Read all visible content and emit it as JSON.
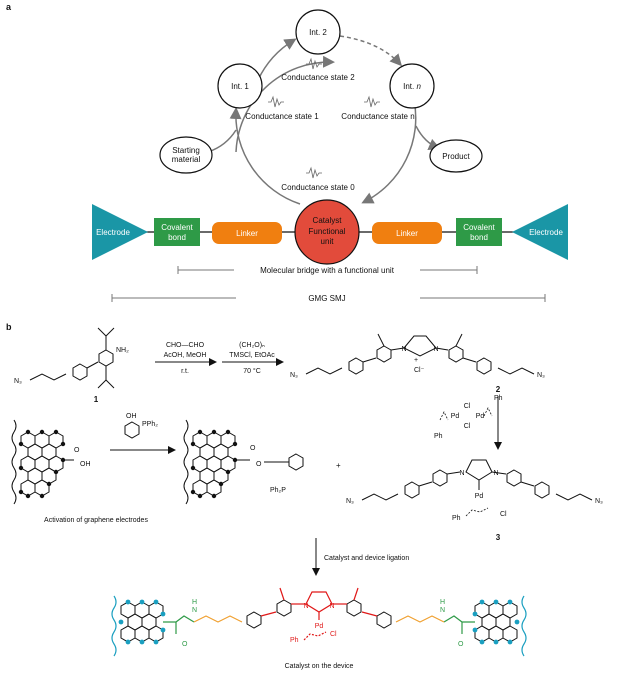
{
  "panel_a": {
    "letter": "a",
    "cycle": {
      "int1": "Int. 1",
      "int2": "Int. 2",
      "intn_prefix": "Int. ",
      "intn_italic": "n",
      "starting_material_line1": "Starting",
      "starting_material_line2": "material",
      "product": "Product",
      "state0": "Conductance state 0",
      "state1": "Conductance state 1",
      "state2": "Conductance state 2",
      "staten": "Conductance state n"
    },
    "device": {
      "electrode_left": "Electrode",
      "electrode_right": "Electrode",
      "covalent_left_1": "Covalent",
      "covalent_left_2": "bond",
      "covalent_right_1": "Covalent",
      "covalent_right_2": "bond",
      "linker_left": "Linker",
      "linker_right": "Linker",
      "catalyst_1": "Catalyst",
      "catalyst_2": "Functional",
      "catalyst_3": "unit"
    },
    "bridge_label": "Molecular bridge with a functional unit",
    "gmg_label": "GMG SMJ",
    "colors": {
      "electrode": "#1a96a6",
      "covalent": "#2e9a47",
      "linker": "#f07f10",
      "catalyst": "#e24b3b"
    }
  },
  "panel_b": {
    "letter": "b",
    "compound1": "1",
    "compound2": "2",
    "compound3": "3",
    "step1_reagent": "CHO—CHO",
    "step1_conditions": "AcOH, MeOH",
    "step1_temp": "r.t.",
    "step2_reagent": "(CH₂O)ₙ",
    "step2_conditions": "TMSCl, EtOAc",
    "step2_temp": "70 °C",
    "nh2": "NH₂",
    "n3": "N₃",
    "n": "N",
    "cl_minus": "Cl⁻",
    "plus": "+",
    "pd": "Pd",
    "cl": "Cl",
    "ph": "Ph",
    "oh": "OH",
    "o": "O",
    "pph2": "PPh₂",
    "ph2p": "Ph₂P",
    "h": "H",
    "activation_label": "Activation of graphene electrodes",
    "ligation_label": "Catalyst and device ligation",
    "device_label": "Catalyst on the device",
    "colors": {
      "graphene": "#1a9fc0",
      "amide": "#2e9a47",
      "linker": "#f0a030",
      "catalyst": "#e01818"
    }
  }
}
